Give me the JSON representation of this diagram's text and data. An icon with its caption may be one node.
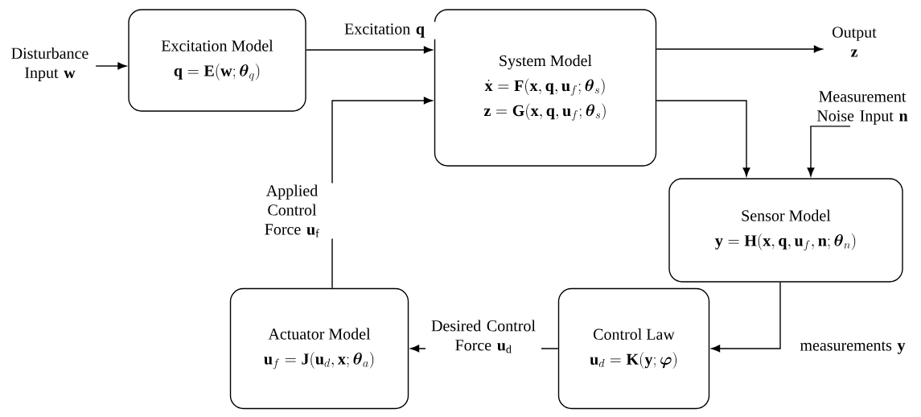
{
  "diagram": {
    "nodes": [
      {
        "text": [
          "Disturbance Input **w**"
        ]
      },
      {
        "text": [
          "Excitation Model",
          "\\mathbf{q}=\\mathbf{E}(\\mathbf{w};\\boldsymbol{\\theta}_{q})"
        ]
      },
      {
        "text": [
          "System Model",
          "\\dot{\\mathbf{x}}=\\mathbf{F}(\\mathbf{x},\\mathbf{q},\\mathbf{u}_{f};\\boldsymbol{\\theta}_{s})",
          "\\mathbf{z}=\\mathbf{G}(\\mathbf{x},\\mathbf{q},\\mathbf{u}_{f};\\boldsymbol{\\theta}_{s})"
        ]
      },
      {
        "text": [
          "Output **z**"
        ]
      },
      {
        "text": [
          "Measurement Noise Input **n**"
        ]
      },
      {
        "text": [
          "Sensor Model",
          "\\mathbf{y}=\\mathbf{H}(\\mathbf{x},\\mathbf{q},\\mathbf{u}_{f},\\mathbf{n};\\boldsymbol{\\theta}_{n})"
        ]
      },
      {
        "text": [
          "Control Law",
          "\\mathbf{u}_{d}=\\mathbf{K}(\\mathbf{y};\\boldsymbol{\\varphi})"
        ]
      },
      {
        "text": [
          "Actuator Model",
          "\\mathbf{u}_{f}=\\mathbf{J}(\\mathbf{u}_{d},\\mathbf{x};\\boldsymbol{\\theta}_{a})"
        ]
      }
    ],
    "edges": [
      {
        "from": 0,
        "to": 1,
        "arrow": "to"
      },
      {
        "from": 1,
        "to": 2,
        "arrow": "to",
        "label": "Excitation **q**"
      },
      {
        "from": 2,
        "to": 3,
        "arrow": "to"
      },
      {
        "from": 2,
        "to": 5,
        "arrow": "to"
      },
      {
        "from": 4,
        "to": 5,
        "arrow": "to"
      },
      {
        "from": 5,
        "to": 6,
        "arrow": "to",
        "label": "measurements **y**"
      },
      {
        "from": 6,
        "to": 7,
        "arrow": "to",
        "label": "Desired Control Force **u**$_{d}$"
      },
      {
        "from": 7,
        "to": 2,
        "arrow": "to",
        "label": "Applied Control Force **u**$_{f}$"
      }
    ]
  }
}
